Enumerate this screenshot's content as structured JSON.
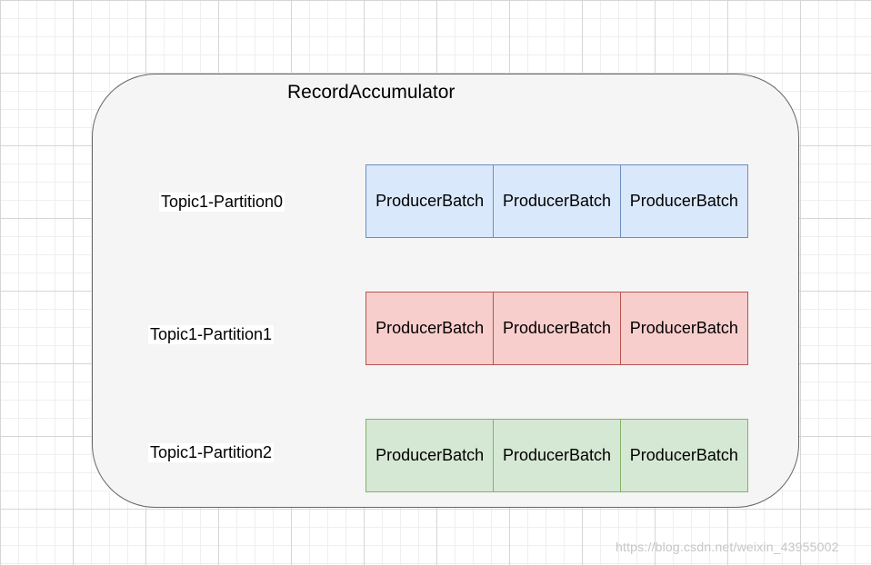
{
  "accumulator": {
    "title": "RecordAccumulator"
  },
  "partitions": [
    {
      "label": "Topic1-Partition0",
      "color": "blue",
      "fill": "#dae8fc",
      "stroke": "#6c8ebf",
      "batches": [
        "ProducerBatch",
        "ProducerBatch",
        "ProducerBatch"
      ]
    },
    {
      "label": "Topic1-Partition1",
      "color": "red",
      "fill": "#f8cecc",
      "stroke": "#b85450",
      "batches": [
        "ProducerBatch",
        "ProducerBatch",
        "ProducerBatch"
      ]
    },
    {
      "label": "Topic1-Partition2",
      "color": "green",
      "fill": "#d5e8d4",
      "stroke": "#82b366",
      "batches": [
        "ProducerBatch",
        "ProducerBatch",
        "ProducerBatch"
      ]
    }
  ],
  "watermark": "https://blog.csdn.net/weixin_43955002"
}
